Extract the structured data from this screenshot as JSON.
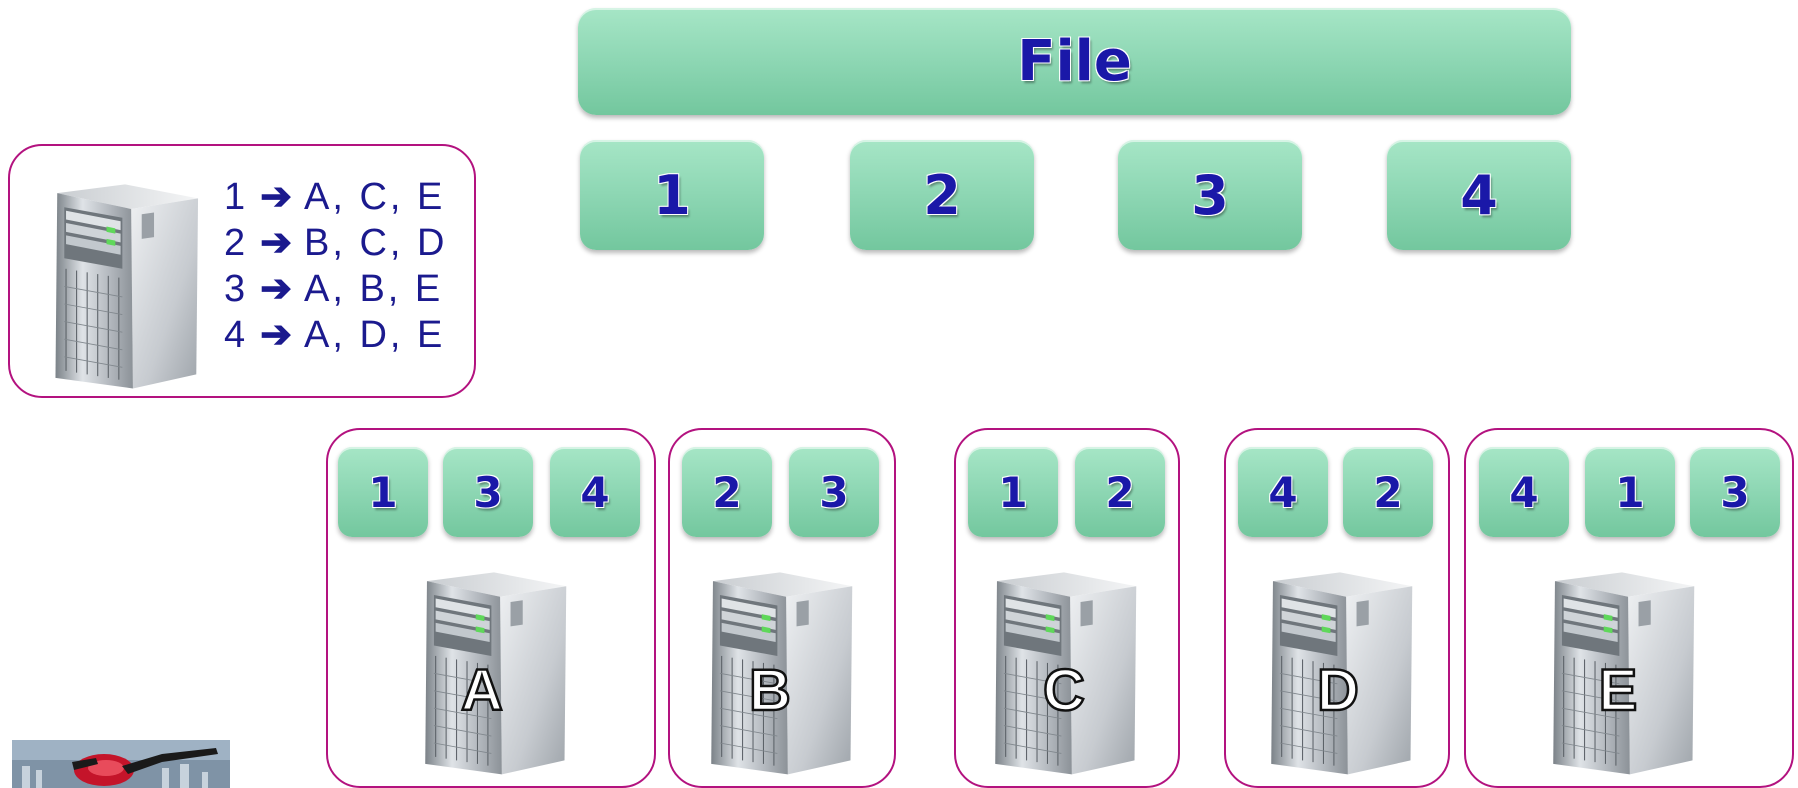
{
  "file": {
    "label": "File"
  },
  "chunks": [
    "1",
    "2",
    "3",
    "4"
  ],
  "chunk_map": [
    {
      "chunk": "1",
      "arrow": "➔",
      "targets": "A, C, E"
    },
    {
      "chunk": "2",
      "arrow": "➔",
      "targets": "B, C, D"
    },
    {
      "chunk": "3",
      "arrow": "➔",
      "targets": "A, B, E"
    },
    {
      "chunk": "4",
      "arrow": "➔",
      "targets": "A, D, E"
    }
  ],
  "servers": [
    {
      "label": "A",
      "chunks": [
        "1",
        "3",
        "4"
      ]
    },
    {
      "label": "B",
      "chunks": [
        "2",
        "3"
      ]
    },
    {
      "label": "C",
      "chunks": [
        "1",
        "2"
      ]
    },
    {
      "label": "D",
      "chunks": [
        "4",
        "2"
      ]
    },
    {
      "label": "E",
      "chunks": [
        "4",
        "1",
        "3"
      ]
    }
  ],
  "icons": {
    "server": "server-tower-icon",
    "photo": "skydiver-photo"
  },
  "colors": {
    "chunk_fill": "#8ed7b4",
    "chunk_text": "#1a18a8",
    "frame_border": "#b3127f",
    "map_text": "#1b1a8e"
  }
}
